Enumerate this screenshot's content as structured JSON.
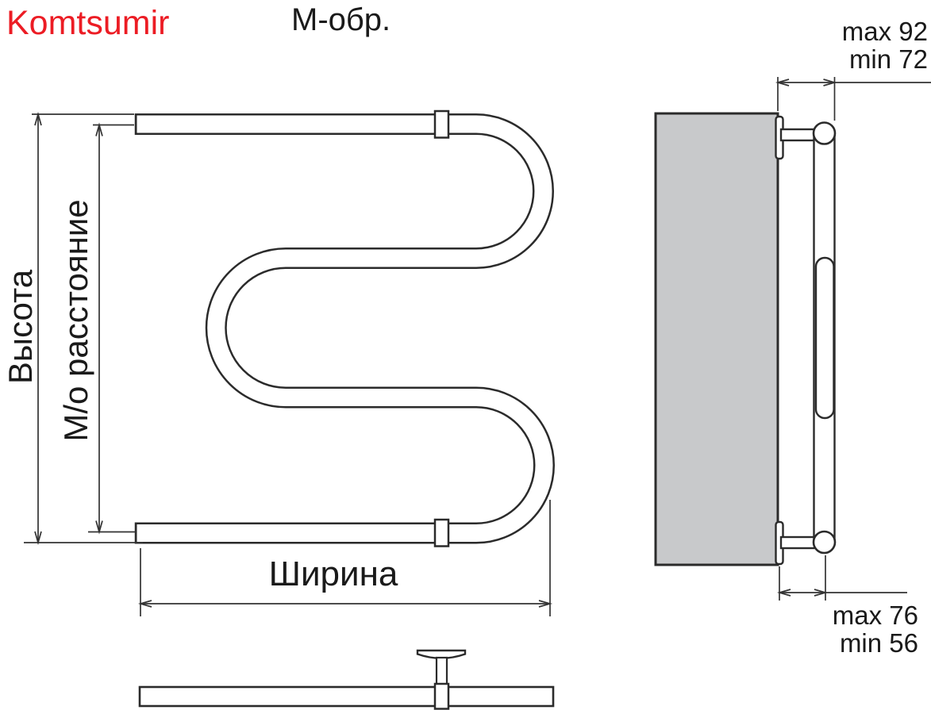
{
  "header": {
    "brand": "Komtsumir",
    "title": "М-обр."
  },
  "front_view": {
    "height_label": "Высота",
    "axial_distance_label": "М/о расстояние",
    "width_label": "Ширина"
  },
  "side_view": {
    "wall_to_pipe_edge": {
      "max": "max 92",
      "min": "min 72"
    },
    "wall_to_pipe_axis": {
      "max": "max 76",
      "min": "min 56"
    }
  },
  "colors": {
    "brand": "#ec1c24",
    "line": "#2b2b2b",
    "dim_line": "#333333",
    "wall_fill": "#c8c9cb"
  }
}
